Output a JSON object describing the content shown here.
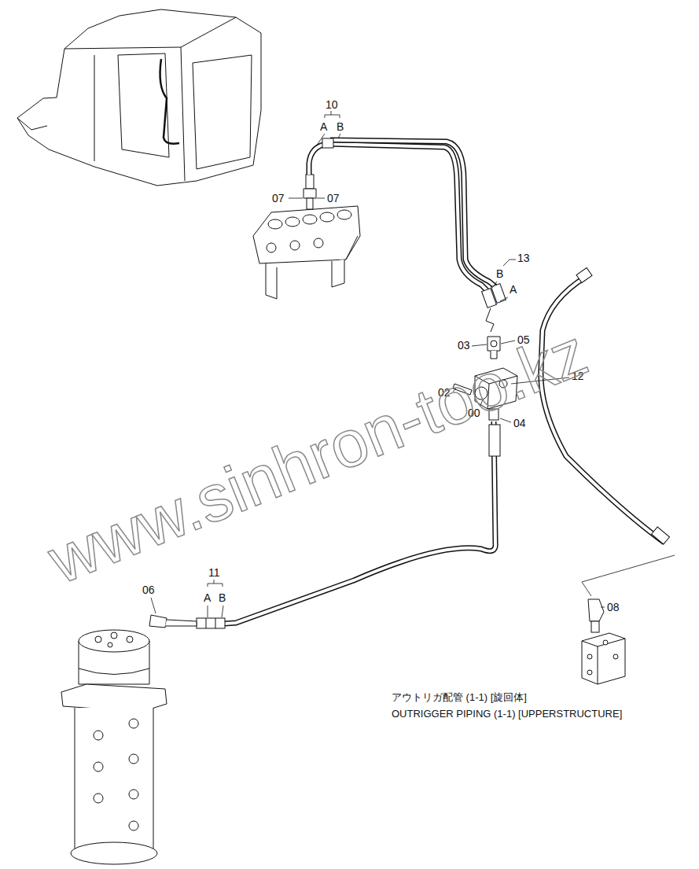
{
  "diagram": {
    "labels": [
      "10",
      "A",
      "B",
      "07",
      "07",
      "13",
      "B",
      "A",
      "03",
      "05",
      "02",
      "12",
      "00",
      "04",
      "11",
      "A",
      "B",
      "06",
      "08",
      "アウトリガ配管 (1-1) [旋回体]",
      "OUTRIGGER PIPING (1-1) [UPPERSTRUCTURE]",
      "www.sinhron-too.kz"
    ]
  }
}
